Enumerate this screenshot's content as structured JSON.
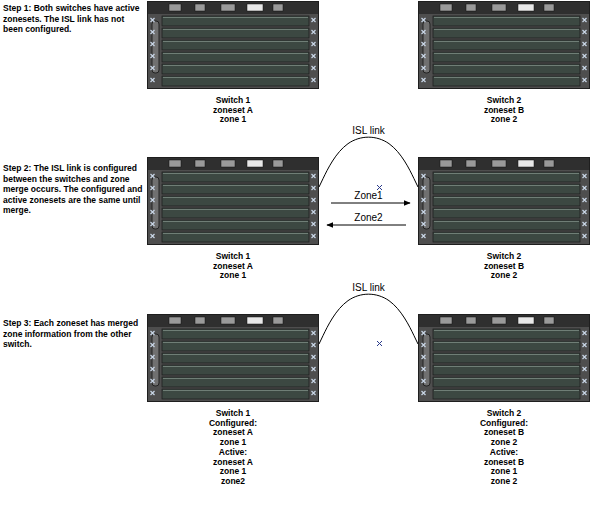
{
  "diagram": {
    "nodes": [
      {
        "text": [
          "Switch 1",
          "zoneset A",
          "zone 1"
        ]
      },
      {
        "text": [
          "Switch 2",
          "zoneset B",
          "zone 2"
        ]
      },
      {
        "text": [
          "Switch 1",
          "zoneset A",
          "zone 1"
        ]
      },
      {
        "text": [
          "Switch 2",
          "zoneset B",
          "zone 2"
        ]
      },
      {
        "text": [
          "Switch 1",
          "Configured:",
          "zoneset A",
          "zone 1",
          "Active:",
          "zoneset A",
          "zone 1",
          "zone2"
        ]
      },
      {
        "text": [
          "Switch 2",
          "Configured:",
          "zoneset B",
          "zone 2",
          "Active:",
          "zoneset B",
          "zone 1",
          "zone 2"
        ]
      }
    ],
    "edges": [
      {
        "from": 2,
        "to": 3,
        "label": "ISL link",
        "arrow": "none"
      },
      {
        "from": 2,
        "to": 3,
        "label": "Zone1",
        "arrow": "to"
      },
      {
        "from": 3,
        "to": 2,
        "label": "Zone2",
        "arrow": "to"
      },
      {
        "from": 4,
        "to": 5,
        "label": "ISL link",
        "arrow": "none"
      }
    ],
    "labels": [
      "Step 1: Both switches have active zonesets. The ISL link has not been configured.",
      "Step 2: The ISL link is configured between the switches and zone merge occurs. The configured and active zonesets are the same until merge.",
      "Step 3: Each zoneset has merged zone information from the other switch."
    ]
  }
}
